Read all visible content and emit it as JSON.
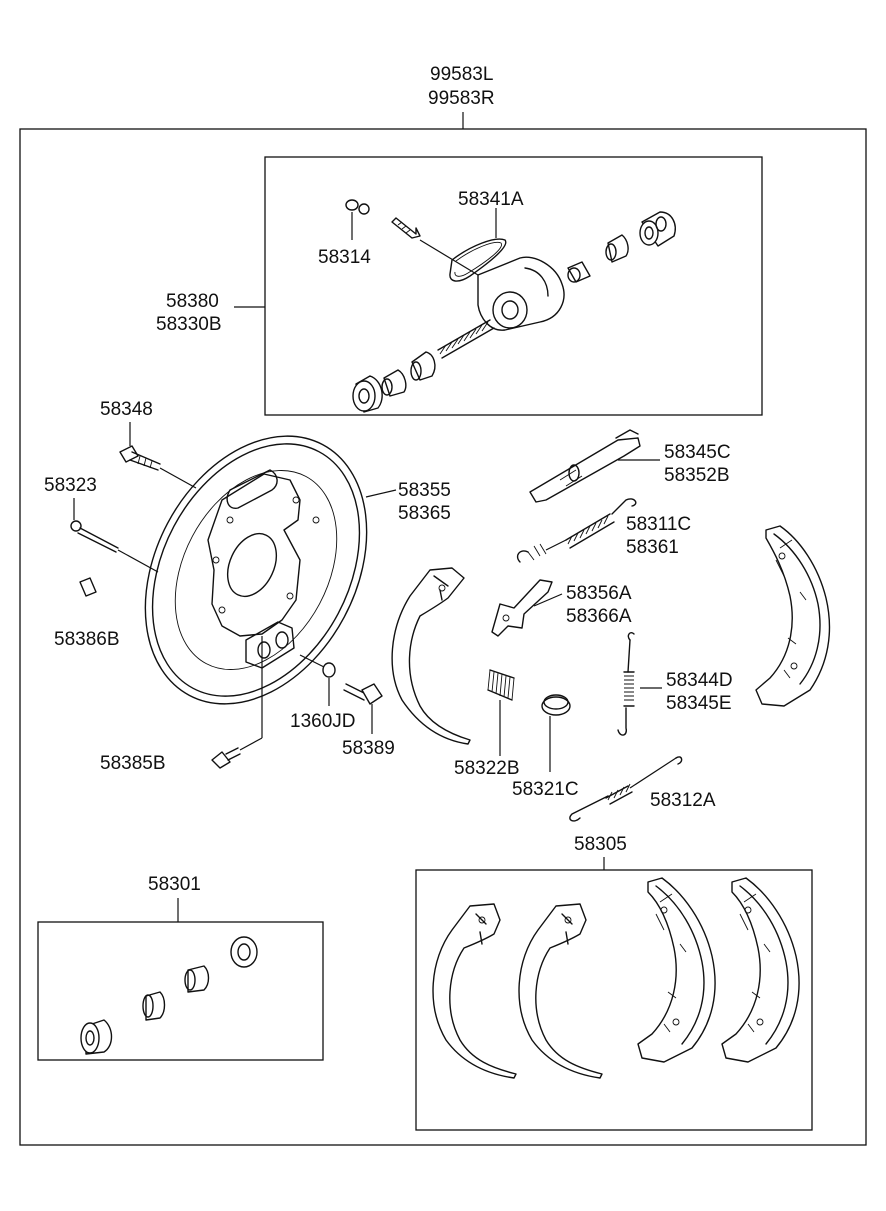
{
  "labels": {
    "assembly_left": "99583L",
    "assembly_right": "99583R",
    "wheel_cyl_kit": "58341A",
    "bleeder": "58314",
    "wheel_cyl_a": "58380",
    "wheel_cyl_b": "58330B",
    "bolt": "58348",
    "pin": "58323",
    "backing_plate_a": "58355",
    "backing_plate_b": "58365",
    "cap": "58386B",
    "washer": "1360JD",
    "bolt2": "58389",
    "plug": "58385B",
    "adjuster_a": "58345C",
    "adjuster_b": "58352B",
    "spring_a": "58311C",
    "spring_b": "58361",
    "lever_a": "58356A",
    "lever_b": "58366A",
    "spring2_a": "58344D",
    "spring2_b": "58345E",
    "spring3": "58322B",
    "cup": "58321C",
    "spring4": "58312A",
    "shoe_kit": "58305",
    "repair_kit": "58301"
  }
}
